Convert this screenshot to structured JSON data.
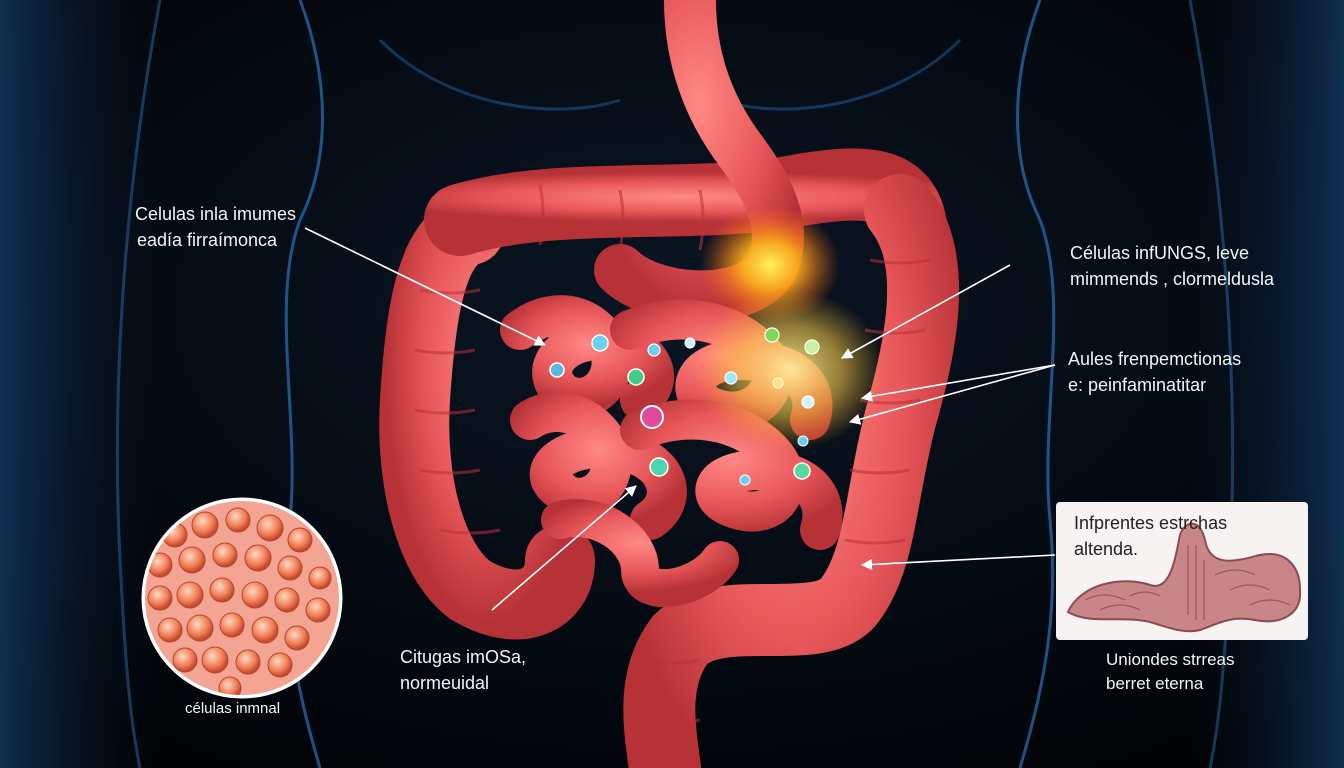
{
  "labels": {
    "top_left": [
      "Celulas inla imumes",
      "eadía firraímonca"
    ],
    "top_right": [
      "Células infUNGS, leve",
      "mimmends , clormeldusla"
    ],
    "mid_right": [
      "Aules frenpemctionas",
      "e: peinfaminatitar"
    ],
    "bottom_center": [
      "Citugas imOSa,",
      "normeuidal"
    ],
    "inset_box": [
      "Infprentes estrchas",
      "altenda."
    ],
    "bottom_right": [
      "Uniondes strreas",
      "berret eterna"
    ],
    "circle_caption": "células inmnal"
  },
  "colors": {
    "background": "#02060c",
    "body_glow": "#1f6fbf",
    "intestine": "#e8575a",
    "inflammation": "#ffb11a"
  }
}
